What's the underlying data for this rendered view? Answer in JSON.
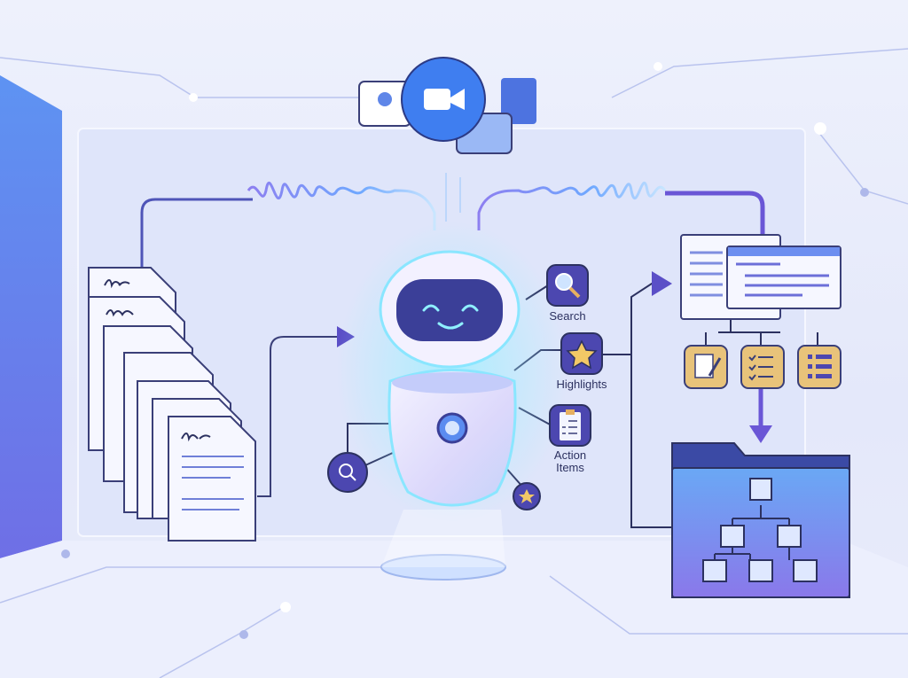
{
  "tools": {
    "search_label": "Search",
    "highlights_label": "Highlights",
    "action_items_label": "Action Items"
  },
  "icons": [
    "video-call-icon",
    "chat-bubble-icon",
    "user-icon",
    "document-icon",
    "robot-icon",
    "search-icon",
    "star-icon",
    "clipboard-checklist-icon",
    "notes-icon",
    "checklist-icon",
    "list-icon",
    "folder-icon",
    "hierarchy-icon"
  ],
  "colors": {
    "accent": "#5b4fc7",
    "blue": "#3f7ef0",
    "gold": "#e6c06a",
    "background": "#e8ecfb"
  }
}
